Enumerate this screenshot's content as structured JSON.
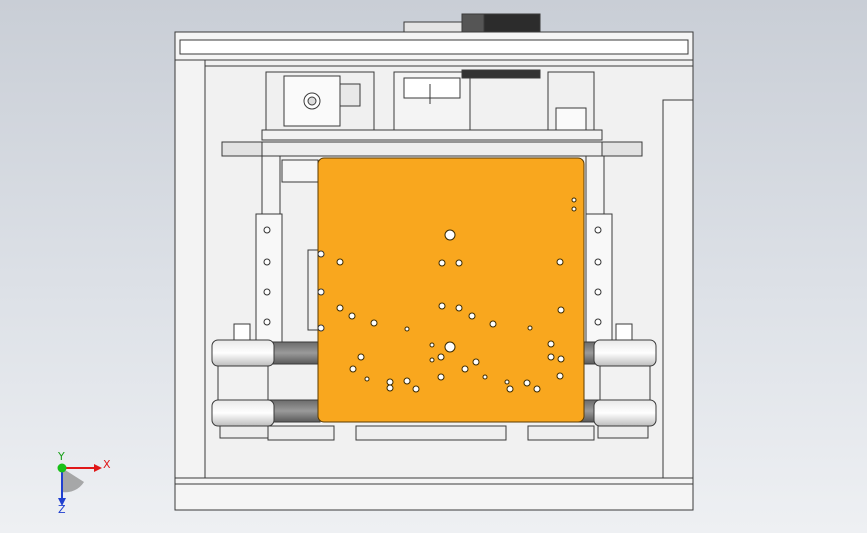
{
  "viewport": {
    "background_top": "#c9ced6",
    "background_bottom": "#eef0f3"
  },
  "model": {
    "frame_color": "#ececec",
    "edge_color": "#3a3a3a",
    "plate_color": "#f9a71e"
  },
  "triad": {
    "x_label": "X",
    "y_label": "Y",
    "z_label": "Z",
    "x_color": "#e01818",
    "y_color": "#18c018",
    "z_color": "#2040d0"
  }
}
